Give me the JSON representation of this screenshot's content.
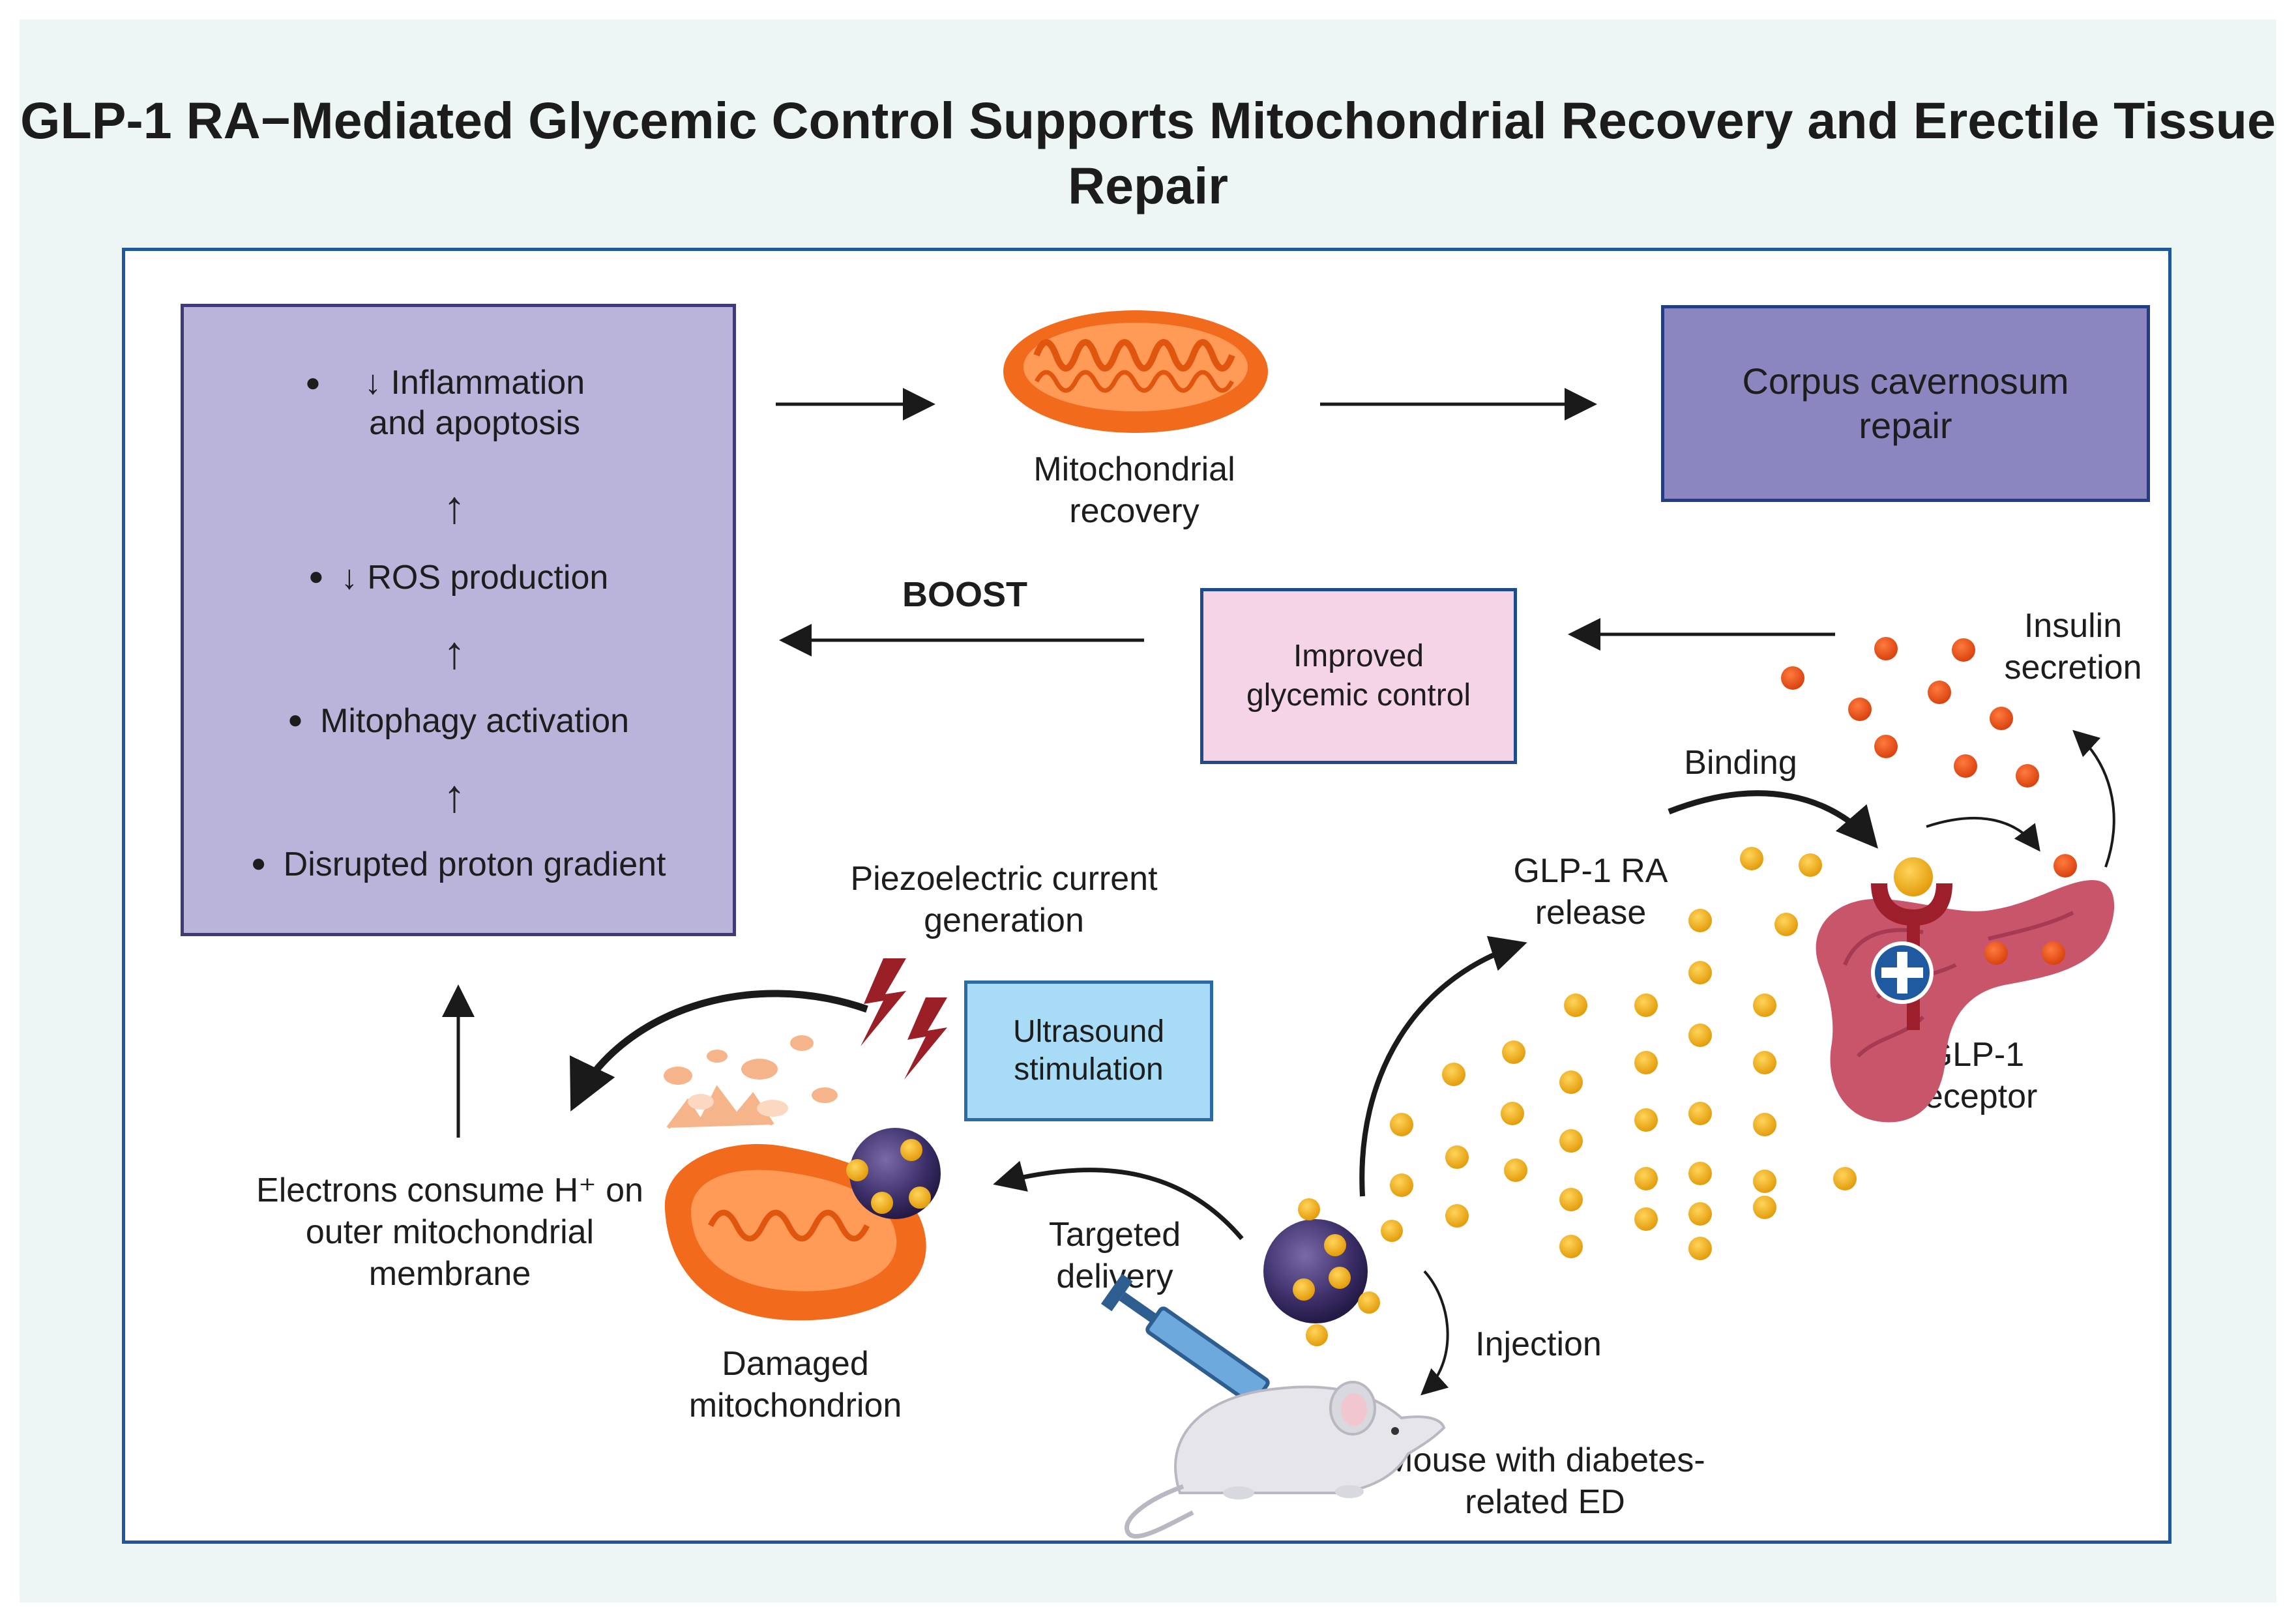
{
  "title": "GLP-1 RA−Mediated Glycemic Control Supports Mitochondrial Recovery and Erectile Tissue Repair",
  "pathway": {
    "steps": [
      "↓ Inflammation and apoptosis",
      "↓ ROS production",
      "Mitophagy activation",
      "Disrupted proton gradient"
    ]
  },
  "boxes": {
    "corpus": "Corpus cavernosum repair",
    "glycemic": "Improved glycemic control",
    "ultrasound": "Ultrasound stimulation"
  },
  "labels": {
    "mito_recovery": "Mitochondrial recovery",
    "boost": "BOOST",
    "insulin": "Insulin secretion",
    "binding": "Binding",
    "glp1_release": "GLP-1 RA release",
    "glp1_receptor": "GLP-1 receptor",
    "piezo": "Piezoelectric current generation",
    "electrons": "Electrons consume H⁺ on outer mitochondrial membrane",
    "damaged": "Damaged mitochondrion",
    "targeted": "Targeted delivery",
    "injection": "Injection",
    "mouse": "Mouse with diabetes-related ED"
  },
  "colors": {
    "background": "#edf6f4",
    "frame_border": "#21579a",
    "pathway_fill": "#bab3da",
    "corpus_fill": "#8b86bf",
    "glycemic_fill": "#f6d4e7",
    "ultrasound_fill": "#a8dcf6",
    "mitochondrion": "#f26a1b",
    "glp1_dot": "#f5b21a",
    "insulin_dot": "#e8501c",
    "pancreas": "#c9556b",
    "nanoparticle": "#4a3a7a",
    "receptor": "#9e1f2c",
    "lightning": "#9a1f26"
  },
  "icons": [
    "mitochondrion-icon",
    "damaged-mitochondrion-icon",
    "nanoparticle-icon",
    "lightning-icon",
    "pancreas-icon",
    "receptor-icon",
    "plus-icon",
    "syringe-icon",
    "mouse-icon"
  ]
}
